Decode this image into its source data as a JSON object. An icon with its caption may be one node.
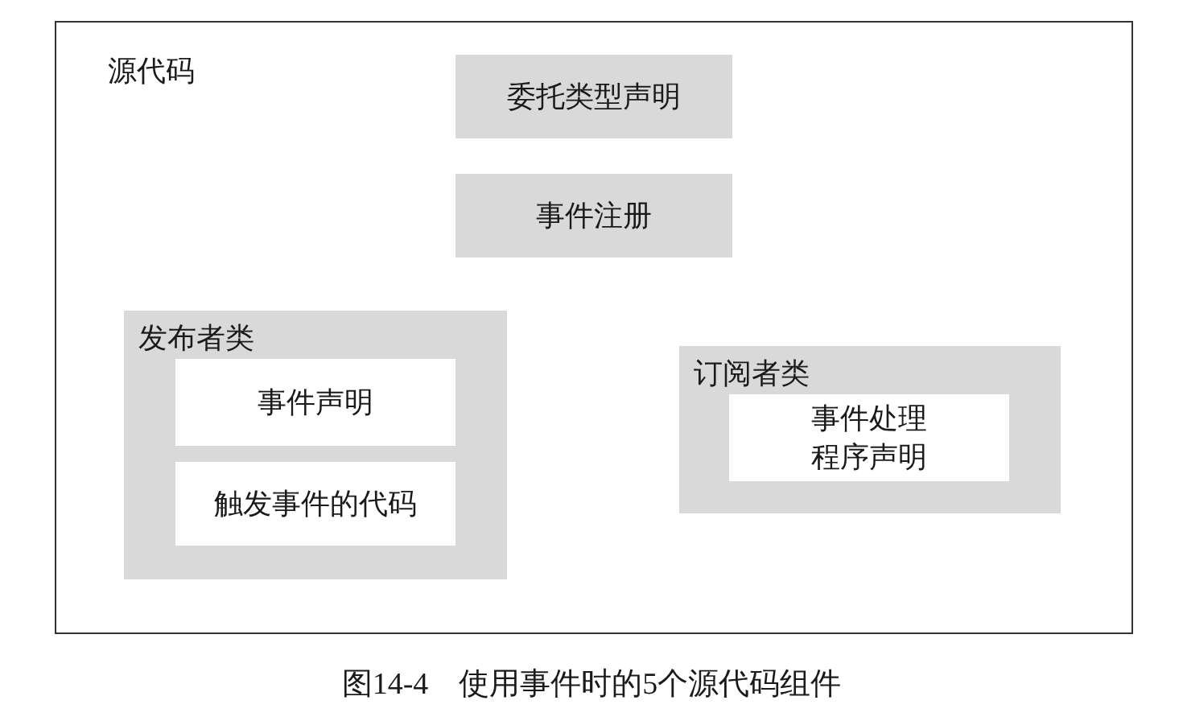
{
  "diagram": {
    "caption": "图14-4　使用事件时的5个源代码组件",
    "nodes": [
      {
        "text": [
          "源代码"
        ]
      },
      {
        "text": [
          "委托类型声明"
        ],
        "in": 0
      },
      {
        "text": [
          "事件注册"
        ],
        "in": 0
      },
      {
        "text": [
          "发布者类"
        ],
        "in": 0
      },
      {
        "text": [
          "事件声明"
        ],
        "in": 3
      },
      {
        "text": [
          "触发事件的代码"
        ],
        "in": 3
      },
      {
        "text": [
          "订阅者类"
        ],
        "in": 0
      },
      {
        "text": [
          "事件处理程序声明"
        ],
        "in": 6
      }
    ]
  }
}
